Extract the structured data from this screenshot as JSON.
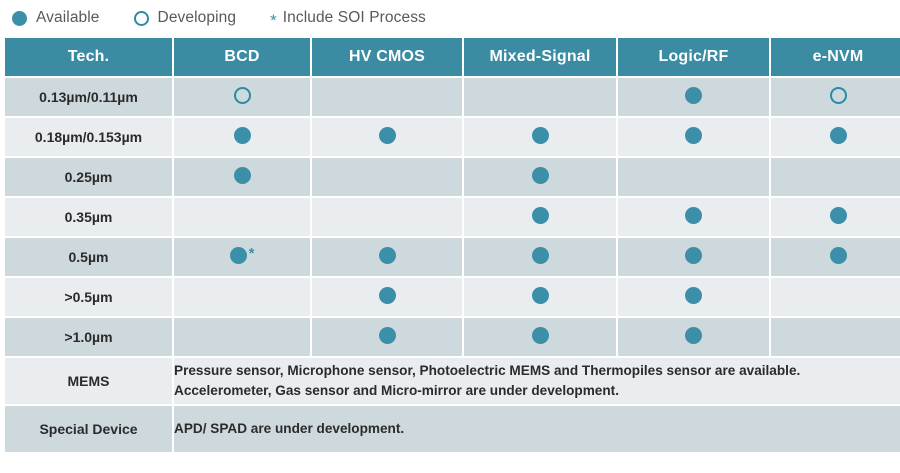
{
  "legend": {
    "items": [
      {
        "marker": "filled-dot",
        "label": "Available"
      },
      {
        "marker": "open-circle",
        "label": "Developing"
      },
      {
        "marker": "asterisk",
        "label": "Include SOI Process"
      }
    ]
  },
  "colors": {
    "header_teal": "#3b8ba3",
    "marker_teal": "#3b8fa8",
    "row_dark": "#ced9de",
    "row_light": "#e9edf0",
    "text_dark": "#2b2b2b",
    "legend_text": "#595959"
  },
  "table": {
    "headers": [
      "Tech.",
      "BCD",
      "HV CMOS",
      "Mixed-Signal",
      "Logic/RF",
      "e-NVM"
    ],
    "rows": [
      {
        "tech": "0.13µm/0.11µm",
        "cells": [
          {
            "mark": "open"
          },
          {
            "mark": "none"
          },
          {
            "mark": "none"
          },
          {
            "mark": "filled"
          },
          {
            "mark": "open"
          }
        ]
      },
      {
        "tech": "0.18µm/0.153µm",
        "cells": [
          {
            "mark": "filled"
          },
          {
            "mark": "filled"
          },
          {
            "mark": "filled"
          },
          {
            "mark": "filled"
          },
          {
            "mark": "filled"
          }
        ]
      },
      {
        "tech": "0.25µm",
        "cells": [
          {
            "mark": "filled"
          },
          {
            "mark": "none"
          },
          {
            "mark": "filled"
          },
          {
            "mark": "none"
          },
          {
            "mark": "none"
          }
        ]
      },
      {
        "tech": "0.35µm",
        "cells": [
          {
            "mark": "none"
          },
          {
            "mark": "none"
          },
          {
            "mark": "filled"
          },
          {
            "mark": "filled"
          },
          {
            "mark": "filled"
          }
        ]
      },
      {
        "tech": "0.5µm",
        "cells": [
          {
            "mark": "filled",
            "star": "*"
          },
          {
            "mark": "filled"
          },
          {
            "mark": "filled"
          },
          {
            "mark": "filled"
          },
          {
            "mark": "filled"
          }
        ]
      },
      {
        "tech": ">0.5µm",
        "cells": [
          {
            "mark": "none"
          },
          {
            "mark": "filled"
          },
          {
            "mark": "filled"
          },
          {
            "mark": "filled"
          },
          {
            "mark": "none"
          }
        ]
      },
      {
        "tech": ">1.0µm",
        "cells": [
          {
            "mark": "none"
          },
          {
            "mark": "filled"
          },
          {
            "mark": "filled"
          },
          {
            "mark": "filled"
          },
          {
            "mark": "none"
          }
        ]
      }
    ],
    "notes": [
      {
        "label": "MEMS",
        "lines": [
          "Pressure sensor, Microphone sensor, Photoelectric MEMS and Thermopiles sensor are available.",
          "Accelerometer, Gas sensor and Micro-mirror are under development."
        ]
      },
      {
        "label": "Special Device",
        "lines": [
          "APD/ SPAD are under development."
        ]
      }
    ]
  }
}
